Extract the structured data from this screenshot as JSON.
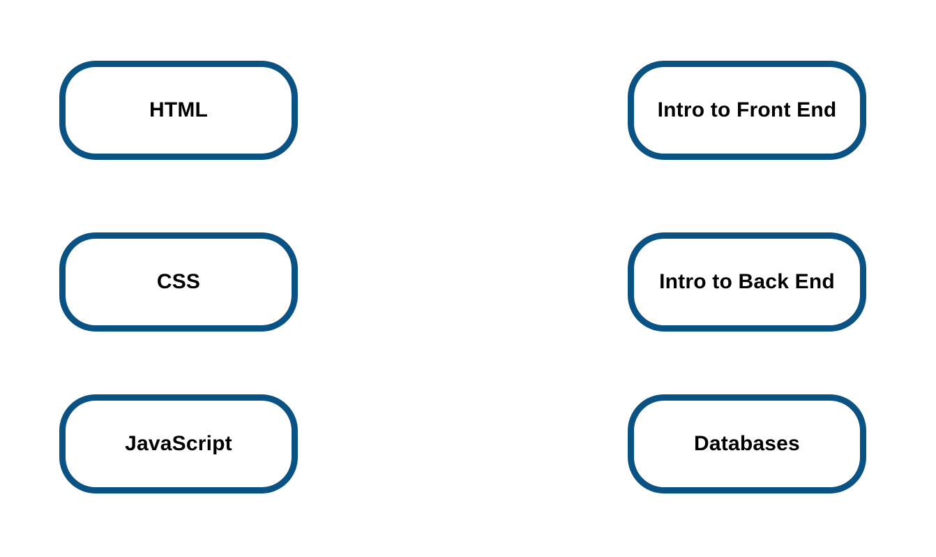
{
  "colors": {
    "node_border": "#0a5283",
    "node_fill": "#ffffff",
    "label_text": "#000000",
    "background": "#ffffff"
  },
  "left_column": {
    "nodes": [
      {
        "label": "HTML"
      },
      {
        "label": "CSS"
      },
      {
        "label": "JavaScript"
      }
    ]
  },
  "right_column": {
    "nodes": [
      {
        "label": "Intro to Front End"
      },
      {
        "label": "Intro to Back End"
      },
      {
        "label": "Databases"
      }
    ]
  }
}
